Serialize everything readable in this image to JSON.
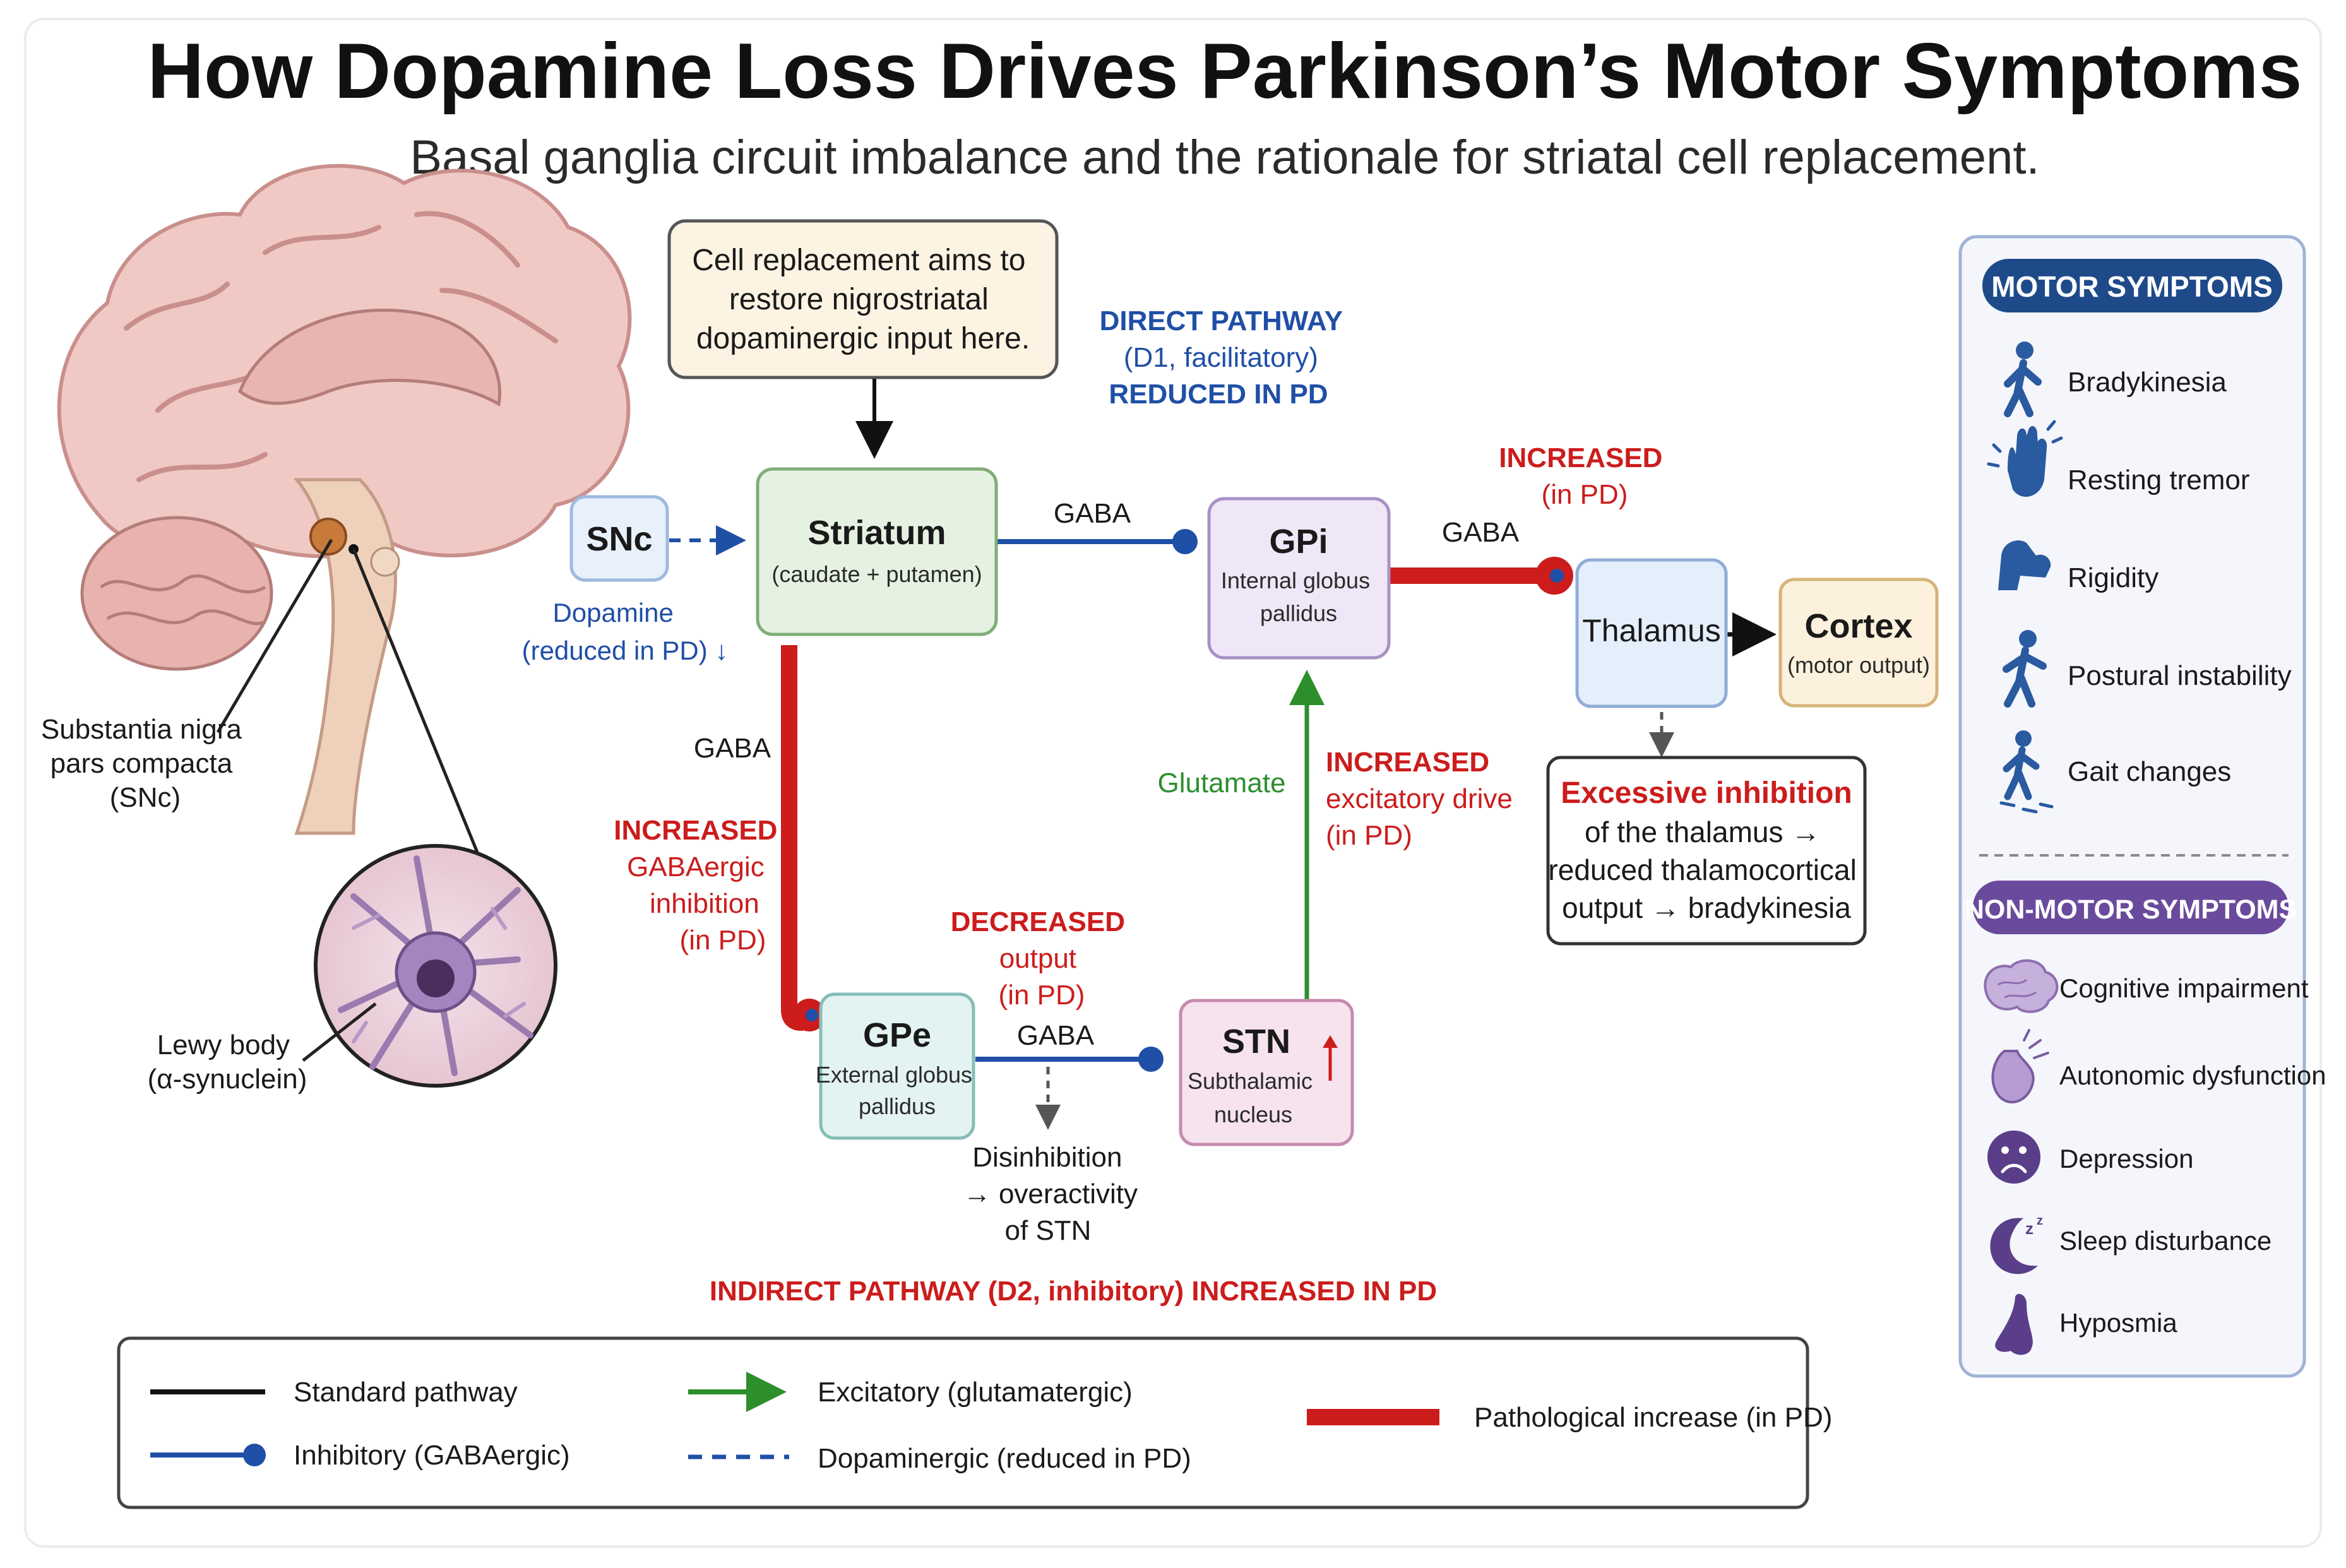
{
  "title": "How Dopamine Loss Drives Parkinson’s Motor Symptoms",
  "subtitle": "Basal ganglia circuit imbalance and the rationale for striatal cell replacement.",
  "anatomy": {
    "snc_label": [
      "Substantia nigra",
      "pars compacta",
      "(SNc)"
    ],
    "lewy_label": [
      "Lewy body",
      "(α-synuclein)"
    ]
  },
  "callout": [
    "Cell replacement aims to",
    "restore nigrostriatal",
    "dopaminergic input here."
  ],
  "nodes": {
    "snc": "SNc",
    "striatum": {
      "title": "Striatum",
      "sub": "(caudate + putamen)"
    },
    "gpi": {
      "title": "GPi",
      "sub": [
        "Internal globus",
        "pallidus"
      ]
    },
    "gpe": {
      "title": "GPe",
      "sub": [
        "External globus",
        "pallidus"
      ]
    },
    "stn": {
      "title": "STN",
      "sub": [
        "Subthalamic",
        "nucleus"
      ]
    },
    "thalamus": "Thalamus",
    "cortex": {
      "title": "Cortex",
      "sub": "(motor output)"
    }
  },
  "labels": {
    "dopamine": [
      "Dopamine",
      "(reduced in PD) ↓"
    ],
    "direct_pathway": [
      "DIRECT PATHWAY",
      "(D1, facilitatory)",
      "REDUCED IN PD"
    ],
    "gaba_striatum_gpi": "GABA",
    "gaba_gpi_thalamus": "GABA",
    "increased_gpi": [
      "INCREASED",
      "(in PD)"
    ],
    "gaba_striatum_gpe": "GABA",
    "increased_gaba": [
      "INCREASED",
      "GABAergic",
      "inhibition",
      "(in PD)"
    ],
    "decreased_output": [
      "DECREASED",
      "output",
      "(in PD)"
    ],
    "gaba_gpe_stn": "GABA",
    "disinhibition": [
      "Disinhibition",
      "→ overactivity",
      "of STN"
    ],
    "glutamate": "Glutamate",
    "increased_excitatory": [
      "INCREASED",
      "excitatory drive",
      "(in PD)"
    ],
    "indirect_pathway": "INDIRECT PATHWAY (D2, inhibitory) INCREASED IN PD",
    "excess_inhibition": {
      "head": "Excessive inhibition",
      "lines": [
        "of the thalamus →",
        "reduced thalamocortical",
        "output → bradykinesia"
      ]
    }
  },
  "motor_symptoms": {
    "heading": "MOTOR SYMPTOMS",
    "items": [
      {
        "label": "Bradykinesia",
        "icon": "walking-person-icon"
      },
      {
        "label": "Resting tremor",
        "icon": "tremor-hand-icon"
      },
      {
        "label": "Rigidity",
        "icon": "flexed-arm-icon"
      },
      {
        "label": "Postural instability",
        "icon": "unsteady-person-icon"
      },
      {
        "label": "Gait changes",
        "icon": "shuffling-person-icon"
      }
    ]
  },
  "nonmotor_symptoms": {
    "heading": "NON-MOTOR SYMPTOMS",
    "items": [
      {
        "label": "Cognitive impairment",
        "icon": "brain-icon"
      },
      {
        "label": "Autonomic dysfunction",
        "icon": "stomach-icon"
      },
      {
        "label": "Depression",
        "icon": "sad-face-icon"
      },
      {
        "label": "Sleep disturbance",
        "icon": "moon-zzz-icon"
      },
      {
        "label": "Hyposmia",
        "icon": "nose-icon"
      }
    ]
  },
  "legend": {
    "standard": "Standard pathway",
    "inhibitory": "Inhibitory (GABAergic)",
    "excitatory": "Excitatory (glutamatergic)",
    "dopaminergic": "Dopaminergic (reduced in PD)",
    "pathological": "Pathological increase (in PD)"
  },
  "colors": {
    "inhibitory": "#1f4fa6",
    "excitatory": "#2c8f2c",
    "pathological": "#cc1c1c",
    "motor_pill": "#1f4a8a",
    "nonmotor_pill": "#6a4a9c"
  }
}
